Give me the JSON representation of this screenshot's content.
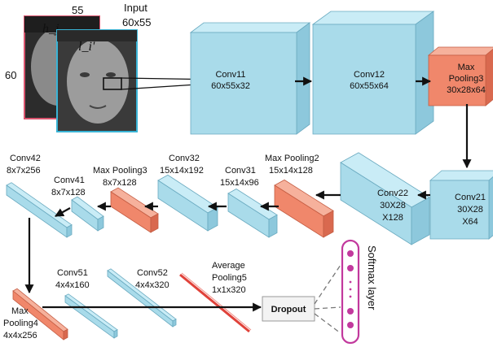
{
  "input": {
    "title_line1": "Input",
    "title_line2": "60x55",
    "dim_width": "55",
    "dim_height": "60",
    "img_back_label": "h_j",
    "img_front_label": "l_i'",
    "face_back_border_color": "#d9546e",
    "face_front_border_color": "#39b4d6"
  },
  "top_row": {
    "conv11": {
      "name": "Conv11",
      "size": "60x55x32"
    },
    "conv12": {
      "name": "Conv12",
      "size": "60x55x64"
    },
    "pool3": {
      "name_line1": "Max",
      "name_line2": "Pooling3",
      "size": "30x28x64"
    }
  },
  "right_col": {
    "conv21": {
      "name": "Conv21",
      "size_line1": "30X28",
      "size_line2": "X64"
    },
    "conv22": {
      "name": "Conv22",
      "size_line1": "30X28",
      "size_line2": "X128"
    }
  },
  "middle_row": {
    "conv42": {
      "name": "Conv42",
      "size": "8x7x256"
    },
    "conv41": {
      "name": "Conv41",
      "size": "8x7x128"
    },
    "pool3b": {
      "name": "Max Pooling3",
      "size": "8x7x128"
    },
    "conv32": {
      "name": "Conv32",
      "size": "15x14x192"
    },
    "conv31": {
      "name": "Conv31",
      "size": "15x14x96"
    },
    "pool2": {
      "name": "Max Pooling2",
      "size": "15x14x128"
    }
  },
  "bottom_row": {
    "pool4": {
      "name_line1": "Max",
      "name_line2": "Pooling4",
      "size": "4x4x256"
    },
    "conv51": {
      "name": "Conv51",
      "size": "4x4x160"
    },
    "conv52": {
      "name": "Conv52",
      "size": "4x4x320"
    },
    "avgpool5": {
      "name_line1": "Average",
      "name_line2": "Pooling5",
      "size": "1x1x320"
    },
    "dropout": {
      "label": "Dropout"
    },
    "softmax": {
      "label": "Softmax layer"
    }
  },
  "colors": {
    "conv_face": "#a9dbea",
    "conv_top": "#c9ecf6",
    "conv_side": "#8dc8dc",
    "conv_stroke": "#6aaac0",
    "pool_face": "#f0876b",
    "pool_top": "#f6b19c",
    "pool_side": "#d9694f",
    "pool_stroke": "#c45c42",
    "softmax": "#c2399d",
    "avgpool": "#e0423a"
  }
}
